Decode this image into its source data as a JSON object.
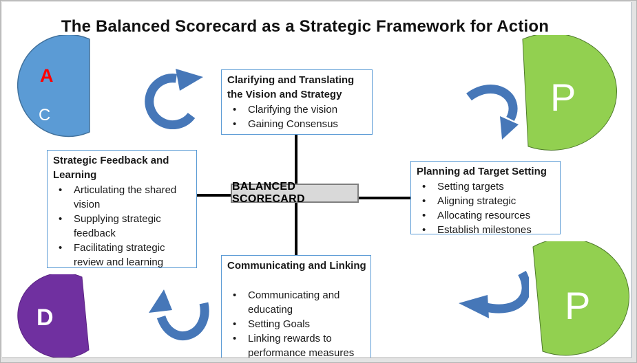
{
  "title": "The Balanced Scorecard as a Strategic Framework for Action",
  "center_box": {
    "label": "BALANCED SCORECARD"
  },
  "boxes": {
    "top": {
      "heading": "Clarifying and Translating the Vision and Strategy",
      "bullets": [
        "Clarifying the vision",
        "Gaining Consensus"
      ]
    },
    "left": {
      "heading": "Strategic Feedback and Learning",
      "bullets": [
        "Articulating the shared vision",
        "Supplying strategic feedback",
        "Facilitating strategic review and learning"
      ]
    },
    "right": {
      "heading": "Planning ad Target Setting",
      "bullets": [
        "Setting targets",
        "Aligning strategic",
        "Allocating resources",
        "Establish milestones"
      ]
    },
    "bottom": {
      "heading": "Communicating and Linking",
      "bullets": [
        "Communicating and educating",
        "Setting Goals",
        "Linking rewards to performance measures"
      ]
    }
  },
  "shapes": {
    "top_left": {
      "letters": [
        "A",
        "C"
      ],
      "fill": "#5B9BD5",
      "letter_colors": [
        "#FF0000",
        "#FFFFFF"
      ]
    },
    "top_right": {
      "letter": "P",
      "fill": "#92D050",
      "letter_color": "#FFFFFF"
    },
    "bottom_left": {
      "letter": "D",
      "fill": "#7030A0",
      "letter_color": "#FFFFFF"
    },
    "bottom_right": {
      "letter": "P",
      "fill": "#92D050",
      "letter_color": "#FFFFFF"
    }
  },
  "colors": {
    "box_border": "#5B9BD5",
    "center_box_bg": "#D9D9D9",
    "center_box_border": "#7F7F7F",
    "connector": "#000000",
    "arrow_blue": "#4677B8",
    "title_text": "#111111"
  }
}
